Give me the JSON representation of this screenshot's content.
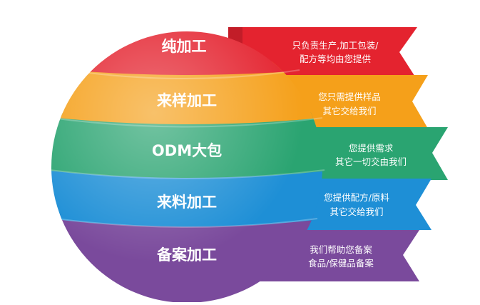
{
  "layers": [
    {
      "label": "纯加工",
      "color": "#e4232f",
      "desc_line1": "只负责生产,加工包装/",
      "desc_line2": "配方等均由您提供"
    },
    {
      "label": "来样加工",
      "color": "#f5a01a",
      "desc_line1": "您只需提供样品",
      "desc_line2": "其它交给我们"
    },
    {
      "label": "ODM大包",
      "color": "#2aa471",
      "desc_line1": "您提供需求",
      "desc_line2": "其它一切交由我们"
    },
    {
      "label": "来料加工",
      "color": "#1e8fd6",
      "desc_line1": "您提供配方/原料",
      "desc_line2": "其它交给我们"
    },
    {
      "label": "备案加工",
      "color": "#7a4a9c",
      "desc_line1": "我们帮助您备案",
      "desc_line2": "食品/保健品备案"
    }
  ]
}
